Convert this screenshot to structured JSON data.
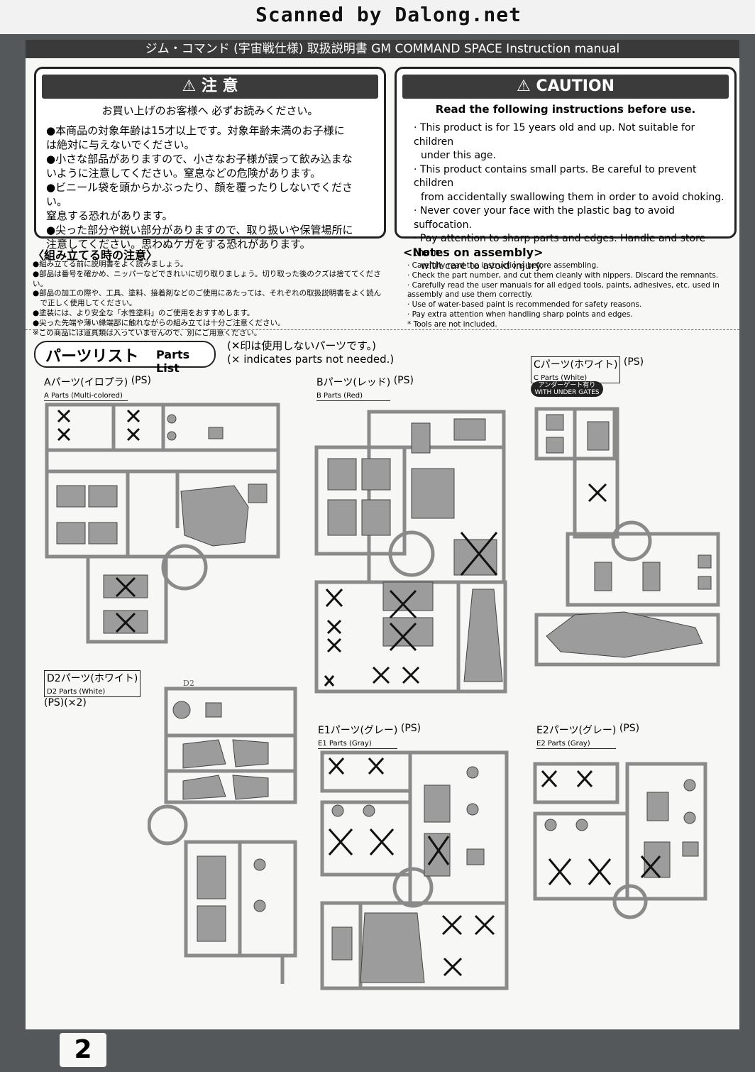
{
  "scan_credit": "Scanned by Dalong.net",
  "header": {
    "title": "ジム・コマンド (宇宙戦仕様) 取扱説明書  GM COMMAND SPACE  Instruction manual"
  },
  "caution_jp": {
    "heading": "注 意",
    "subheading": "お買い上げのお客様へ 必ずお読みください。",
    "lines": [
      "●本商品の対象年齢は15才以上です。対象年齢未満のお子様に",
      "は絶対に与えないでください。",
      "●小さな部品がありますので、小さなお子様が誤って飲み込まな",
      "いように注意してください。窒息などの危険があります。",
      "●ビニール袋を頭からかぶったり、顔を覆ったりしないでください。",
      "窒息する恐れがあります。",
      "●尖った部分や鋭い部分がありますので、取り扱いや保管場所に",
      "注意してください。思わぬケガをする恐れがあります。"
    ]
  },
  "caution_en": {
    "heading": "CAUTION",
    "subheading": "Read the following instructions before use.",
    "lines": [
      "· This product is for 15 years old and up. Not suitable for children",
      "  under this age.",
      "· This product contains small parts. Be careful to prevent children",
      "  from accidentally swallowing them in order to avoid choking.",
      "· Never cover your face with the plastic bag to avoid suffocation.",
      "· Pay attention to sharp parts and edges. Handle and store them",
      "  with care to avoid injury."
    ]
  },
  "notes_jp": {
    "title": "〈組み立てる時の注意〉",
    "lines": [
      "●組み立てる前に説明書をよく読みましょう。",
      "●部品は番号を確かめ、ニッパーなどできれいに切り取りましょう。切り取った後のクズは捨ててください。",
      "●部品の加工の際や、工具、塗料、接着剤などのご使用にあたっては、それぞれの取扱説明書をよく読ん",
      "　で正しく使用してください。",
      "●塗装には、より安全な「水性塗料」のご使用をおすすめします。",
      "●尖った先端や薄い縁端部に触れながらの組み立ては十分ご注意ください。",
      "※この商品には道具類は入っていませんので、別にご用意ください。"
    ]
  },
  "notes_en": {
    "title": "<Notes on assembly>",
    "lines": [
      "· Carefully read the instructions before assembling.",
      "· Check the part number, and cut them cleanly with nippers.  Discard the remnants.",
      "· Carefully read the user manuals for all edged tools, paints, adhesives, etc. used in",
      "  assembly and use them correctly.",
      "· Use of water-based paint is recommended for safety reasons.",
      "· Pay extra attention when handling sharp points and edges.",
      "* Tools are not included."
    ]
  },
  "parts_list": {
    "title_jp": "パーツリスト",
    "title_en": "Parts List",
    "note_jp": "(✕印は使用しないパーツです。)",
    "note_en": "(× indicates parts not needed.)"
  },
  "sprues": {
    "A": {
      "jp": "Aパーツ(イロプラ)",
      "en": "A Parts (Multi-colored)",
      "mat": "(PS)"
    },
    "B": {
      "jp": "Bパーツ(レッド)",
      "en": "B Parts (Red)",
      "mat": "(PS)"
    },
    "C": {
      "jp": "Cパーツ(ホワイト)",
      "en": "C Parts (White)",
      "mat": "(PS)",
      "gate_jp": "アンダーゲート有り",
      "gate_en": "WITH UNDER GATES"
    },
    "D2": {
      "jp": "D2パーツ(ホワイト)",
      "en": "D2 Parts (White)",
      "mat": "(PS)(×2)"
    },
    "E1": {
      "jp": "E1パーツ(グレー)",
      "en": "E1 Parts (Gray)",
      "mat": "(PS)"
    },
    "E2": {
      "jp": "E2パーツ(グレー)",
      "en": "E2 Parts (Gray)",
      "mat": "(PS)"
    }
  },
  "page_number": "2",
  "colors": {
    "frame": "#444444",
    "runner": "#8a8a8a",
    "part": "#9c9c9c",
    "background": "#55585a"
  }
}
